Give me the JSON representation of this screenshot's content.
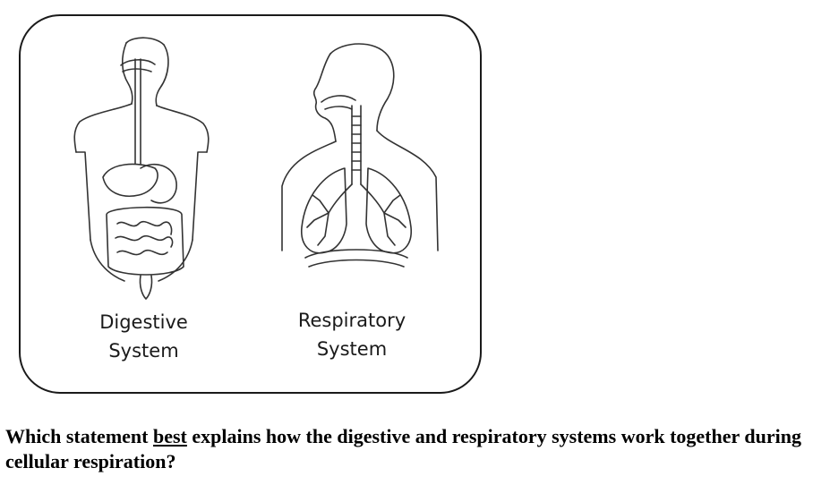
{
  "figure": {
    "digestive_label": {
      "line1": "Digestive",
      "line2": "System"
    },
    "respiratory_label": {
      "line1": "Respiratory",
      "line2": "System"
    }
  },
  "question": {
    "before": "Which statement ",
    "emphasis": "best",
    "after": " explains how the digestive and respiratory systems work together during cellular respiration?"
  }
}
